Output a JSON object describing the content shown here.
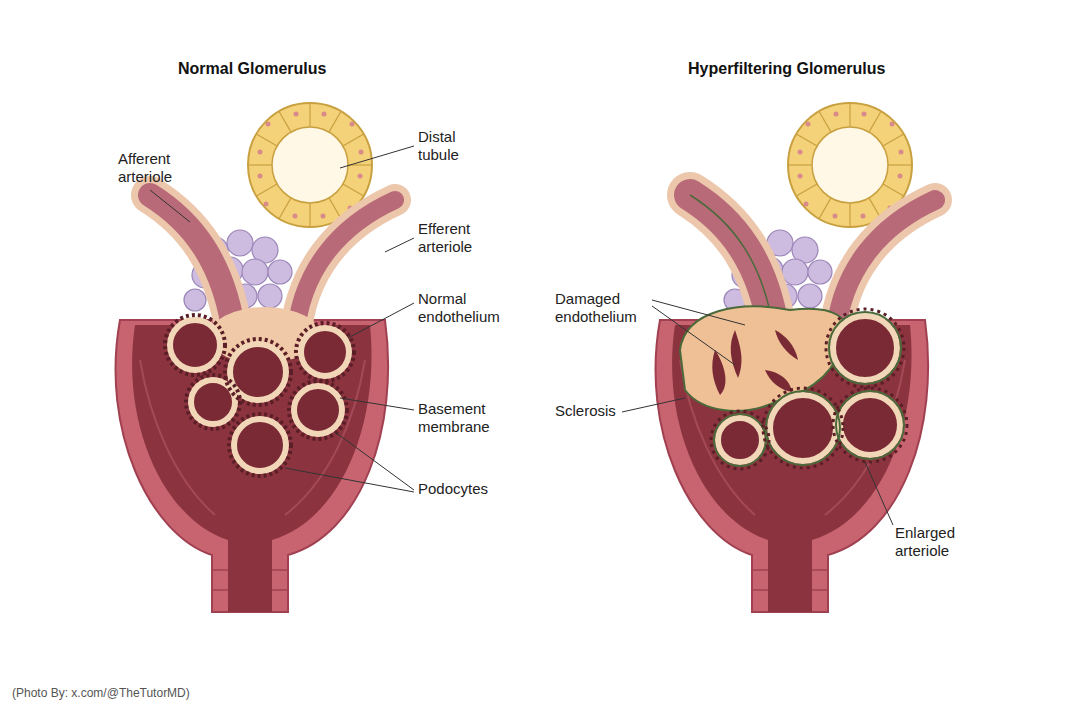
{
  "diagram": {
    "caption": "(Photo By: x.com/@TheTutorMD)",
    "labels": [
      "Normal Glomerulus",
      "Hyperfiltering Glomerulus",
      "Afferent arteriole",
      "Distal tubule",
      "Efferent arteriole",
      "Normal endothelium",
      "Basement membrane",
      "Podocytes",
      "Damaged endothelium",
      "Sclerosis",
      "Enlarged arteriole"
    ]
  }
}
